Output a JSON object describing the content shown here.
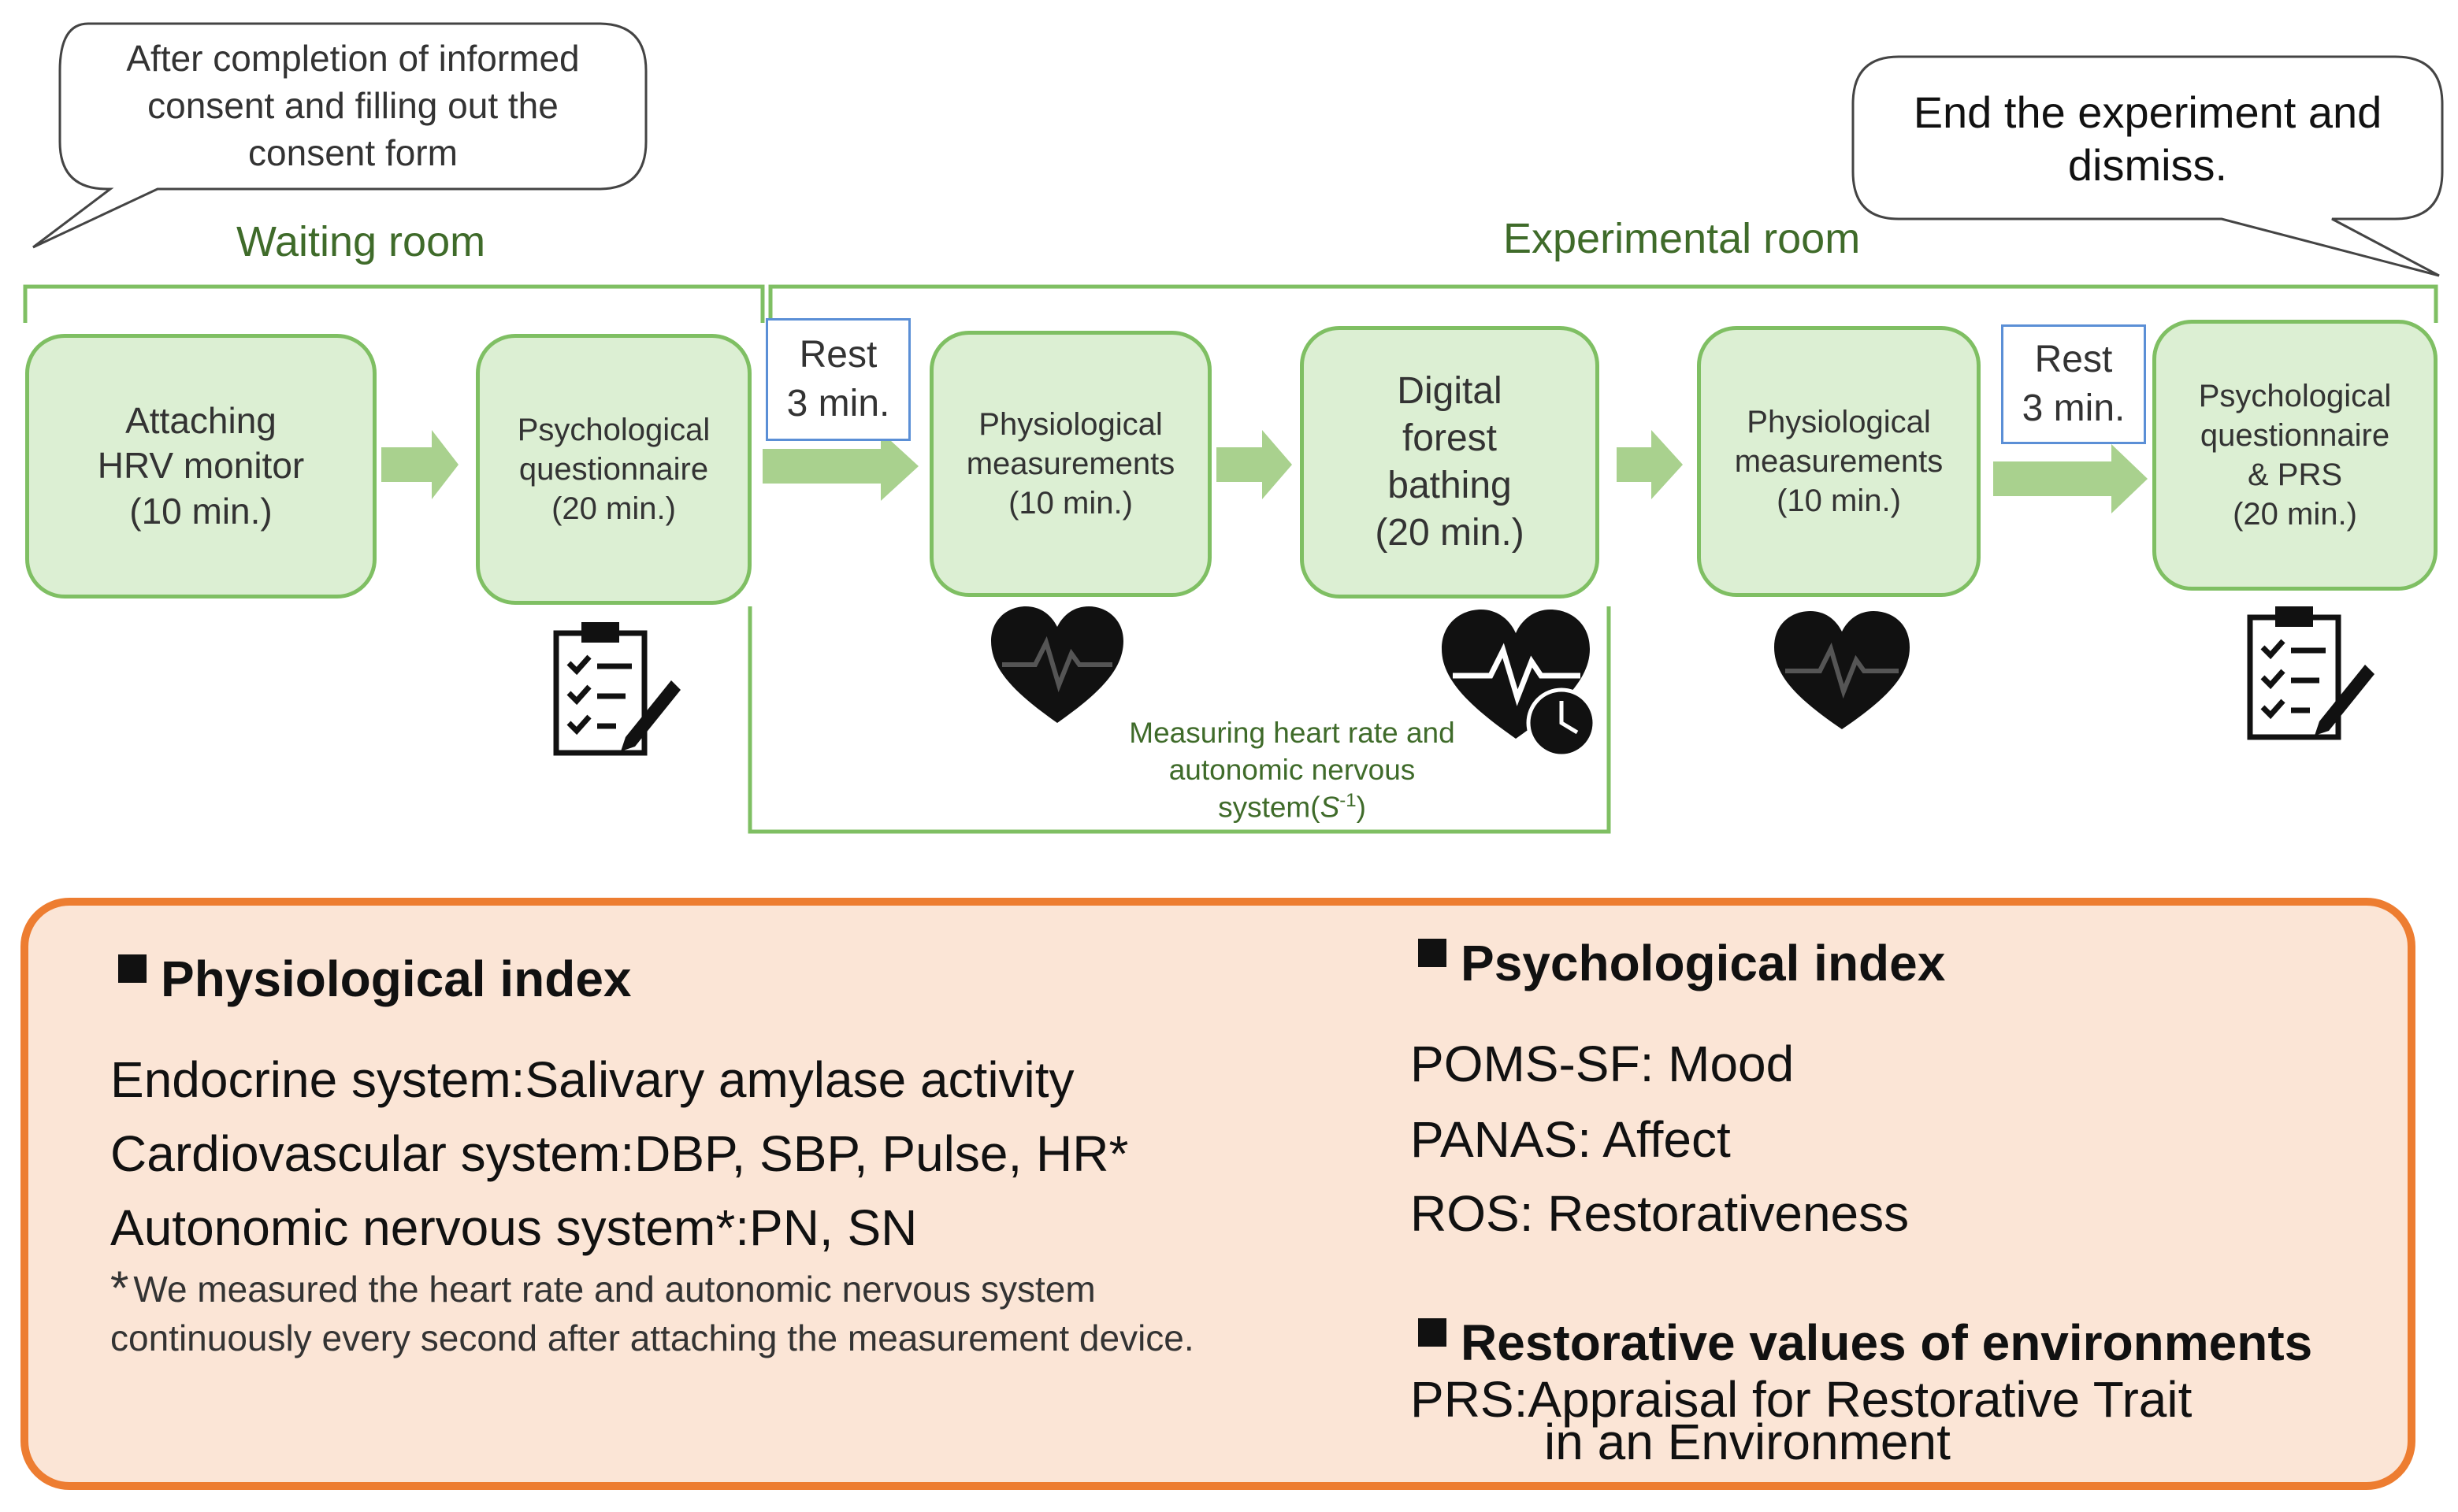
{
  "bubbles": {
    "start": "After completion of informed\nconsent and filling out the\nconsent form",
    "end": "End the experiment and\ndismiss."
  },
  "rooms": {
    "waiting": "Waiting room",
    "experimental": "Experimental room"
  },
  "steps": {
    "attach": "Attaching\nHRV monitor\n(10 min.)",
    "psych1": "Psychological\nquestionnaire\n(20 min.)",
    "physio1": "Physiological\nmeasurements\n(10 min.)",
    "forest": "Digital\nforest\nbathing\n(20 min.)",
    "physio2": "Physiological\nmeasurements\n(10 min.)",
    "psych2": "Psychological\nquestionnaire\n& PRS\n(20 min.)"
  },
  "rest": {
    "first": "Rest\n3 min.",
    "second": "Rest\n3 min."
  },
  "measure_note": "Measuring heart rate and\nautonomic nervous\nsystem(",
  "measure_note_unit": "S",
  "measure_note_exp": "-1",
  "measure_note_close": ")",
  "icons": {
    "clipboard": "clipboard-icon",
    "heart": "heart-rate-icon",
    "heart_clock": "heart-rate-clock-icon"
  },
  "colors": {
    "green_line": "#7fbf63",
    "step_fill": "#dcefd3",
    "arrow": "#a9d18e",
    "panel_fill": "#fbe5d6",
    "panel_border": "#ed7d31",
    "rest_border": "#5b8fd6"
  },
  "physiological": {
    "heading": "Physiological index",
    "items": [
      "Endocrine system:Salivary amylase activity",
      "Cardiovascular system:DBP, SBP, Pulse, HR*",
      "Autonomic nervous system*:PN, SN"
    ],
    "note_star": "*",
    "note": "We measured the heart rate and autonomic nervous system continuously every second after attaching the measurement device."
  },
  "psychological": {
    "heading": "Psychological index",
    "items": [
      "POMS-SF: Mood",
      "PANAS: Affect",
      "ROS: Restorativeness"
    ]
  },
  "restorative": {
    "heading": "Restorative values of environments",
    "line1": "PRS:Appraisal for Restorative Trait",
    "line2": "in an Environment"
  }
}
